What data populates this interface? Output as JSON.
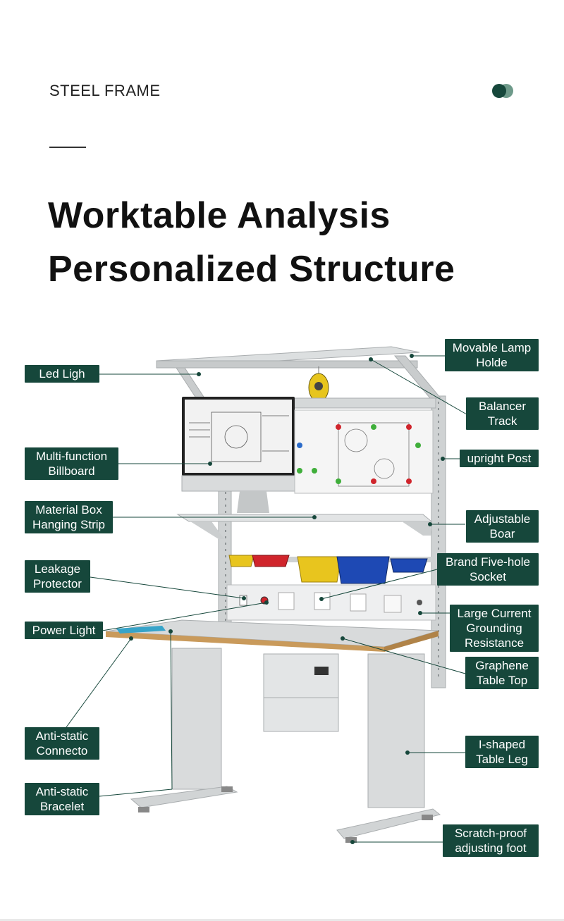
{
  "header": {
    "category": "STEEL FRAME"
  },
  "title": {
    "line1": "Worktable Analysis",
    "line2": "Personalized Structure"
  },
  "labels": {
    "movable_lamp_holder": "Movable Lamp\nHolde",
    "led_light": "Led Ligh",
    "balancer_track": "Balancer\nTrack",
    "multi_function_billboard": "Multi-function\nBillboard",
    "upright_post": "upright Post",
    "material_box_strip": "Material Box\nHanging Strip",
    "adjustable_board": "Adjustable\nBoar",
    "leakage_protector": "Leakage\nProtector",
    "brand_socket": "Brand Five-hole\nSocket",
    "power_light": "Power Light",
    "grounding_resistance": "Large Current\nGrounding\nResistance",
    "graphene_top": "Graphene\nTable Top",
    "anti_static_connector": "Anti-static\nConnecto",
    "i_shaped_leg": "I-shaped\nTable Leg",
    "anti_static_bracelet": "Anti-static\nBracelet",
    "adjusting_foot": "Scratch-proof\nadjusting foot"
  },
  "colors": {
    "label_bg": "#16473b",
    "accent_light": "#6e9a8a",
    "frame": "#c9cccd",
    "tabletop_edge": "#c99a5b",
    "bin_yellow": "#e8c51e",
    "bin_red": "#d0252c",
    "bin_blue": "#1e49b4"
  }
}
